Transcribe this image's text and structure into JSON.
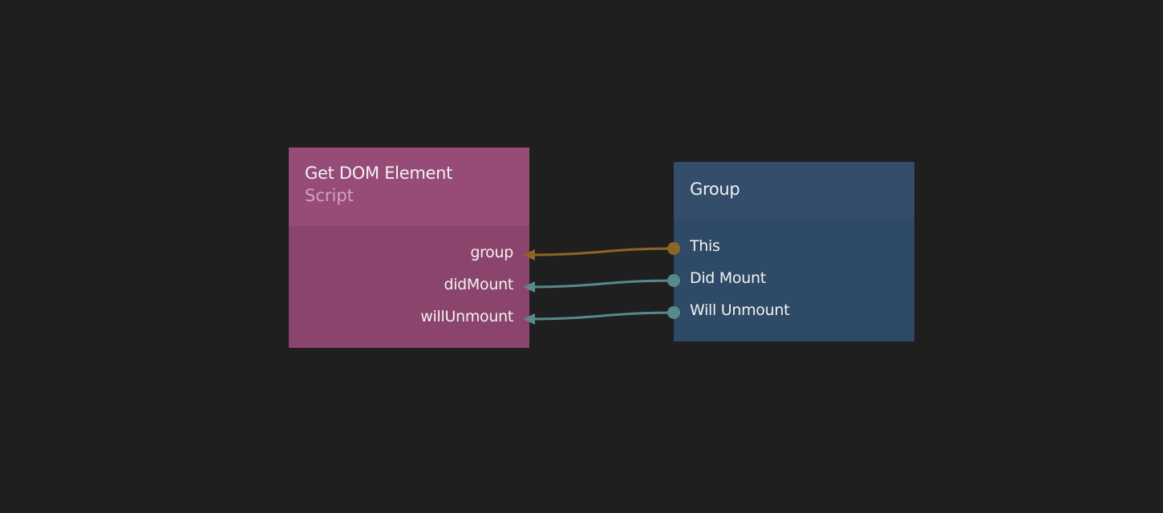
{
  "nodes": {
    "script": {
      "title": "Get DOM Element",
      "subtitle": "Script",
      "ports": [
        "group",
        "didMount",
        "willUnmount"
      ],
      "header_color": "#974b77",
      "body_color": "#8b446c"
    },
    "group": {
      "title": "Group",
      "ports": [
        "This",
        "Did Mount",
        "Will Unmount"
      ],
      "header_color": "#334d6b",
      "body_color": "#2e4a66"
    }
  },
  "connections": [
    {
      "from": "This",
      "to": "group",
      "color": "#8f6527"
    },
    {
      "from": "Did Mount",
      "to": "didMount",
      "color": "#588a8a"
    },
    {
      "from": "Will Unmount",
      "to": "willUnmount",
      "color": "#588a8a"
    }
  ]
}
